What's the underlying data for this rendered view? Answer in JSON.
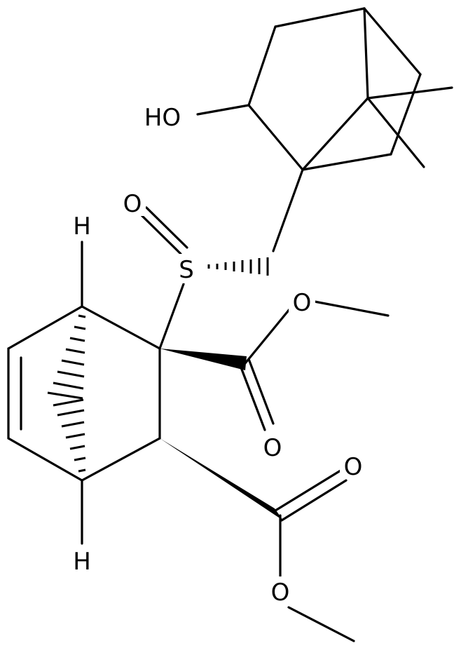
{
  "molecule": {
    "atom_labels": {
      "hydroxyl": "HO",
      "sulfinyl_oxygen": "O",
      "sulfur": "S",
      "ester1_alkoxy_oxygen": "O",
      "ester1_carbonyl_oxygen": "O",
      "ester2_carbonyl_oxygen": "O",
      "ester2_alkoxy_oxygen": "O",
      "bridgehead_h_top": "H",
      "bridgehead_h_bottom": "H"
    },
    "colors": {
      "bonds": "#000000",
      "labels": "#000000",
      "background": "#ffffff"
    }
  }
}
